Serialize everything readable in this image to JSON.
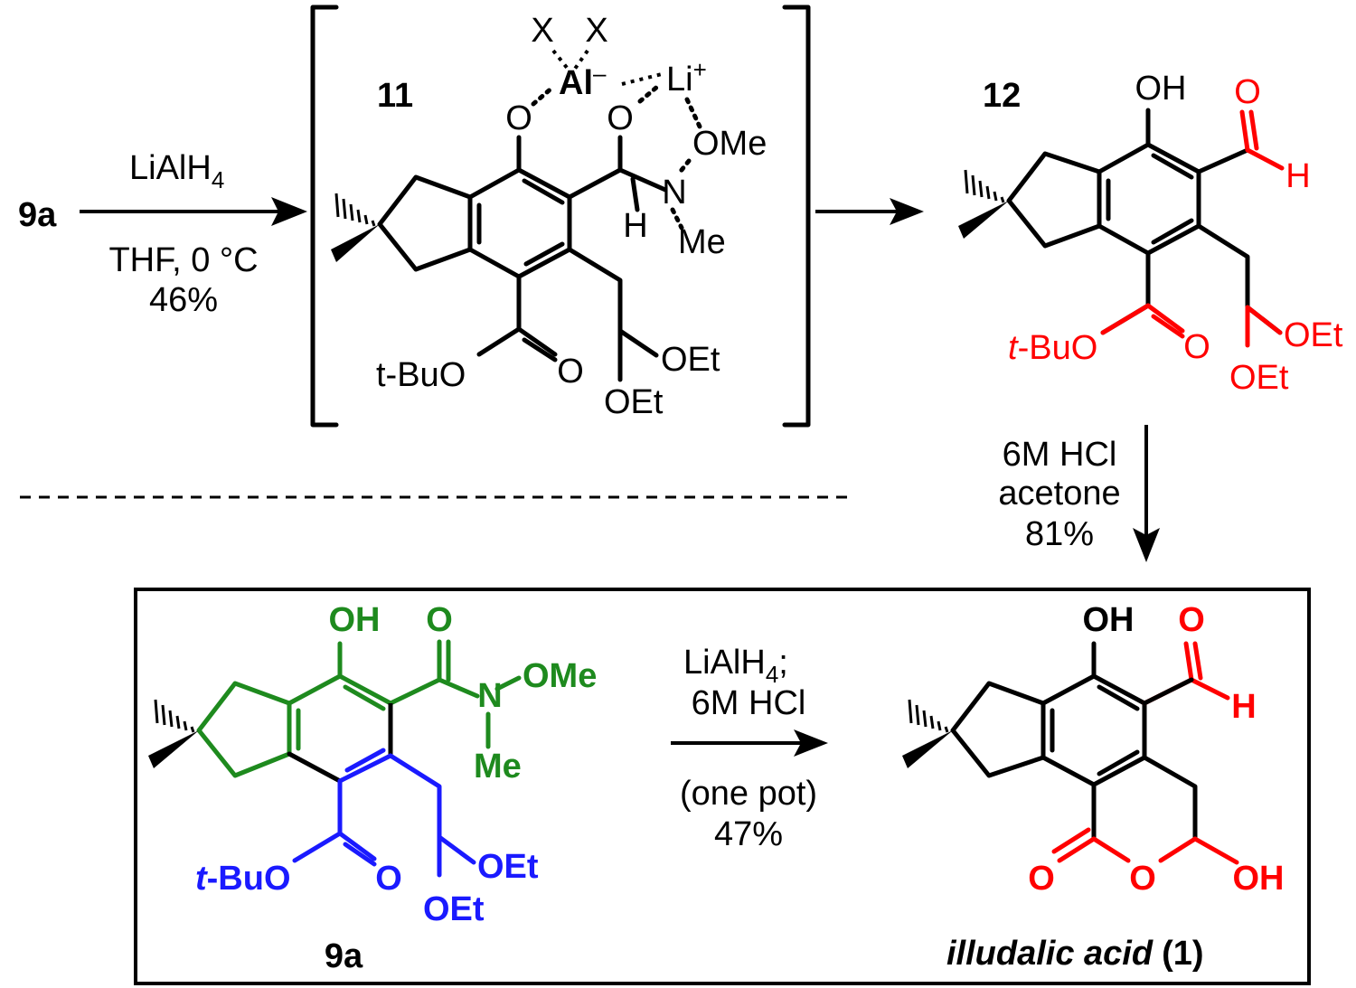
{
  "colors": {
    "black": "#000000",
    "red": "#ff0000",
    "green": "#1e8a1e",
    "blue": "#1a1aff"
  },
  "top": {
    "start_label": "9a",
    "step1": {
      "reagent_main": "LiAlH",
      "reagent_sub": "4",
      "line2": "THF, 0 °C",
      "yield": "46%"
    },
    "intermediate": {
      "number": "11",
      "al_ligand_left": "X",
      "al_ligand_right": "X",
      "al": "Al",
      "al_charge": "–",
      "li": "Li",
      "li_charge": "+",
      "o_left": "O",
      "o_right": "O",
      "ome": "OMe",
      "n": "N",
      "h": "H",
      "me": "Me",
      "ester": "t-BuO",
      "ester_o": "O",
      "oet1": "OEt",
      "oet2": "OEt"
    },
    "product": {
      "number": "12",
      "oh": "OH",
      "cho_o": "O",
      "cho_h": "H",
      "ester_t": "t",
      "ester_rest": "-BuO",
      "ester_o": "O",
      "oet1": "OEt",
      "oet2": "OEt"
    },
    "step2": {
      "line1": "6M HCl",
      "line2": "acetone",
      "yield": "81%"
    }
  },
  "box": {
    "start": {
      "label": "9a",
      "oh": "OH",
      "amide_o": "O",
      "ome": "OMe",
      "n": "N",
      "me": "Me",
      "ester_t": "t",
      "ester_rest": "-BuO",
      "ester_o": "O",
      "oet1": "OEt",
      "oet2": "OEt"
    },
    "conditions": {
      "line1_main": "LiAlH",
      "line1_sub": "4",
      "line1_end": ";",
      "line2": "6M HCl",
      "line3": "(one pot)",
      "yield": "47%"
    },
    "product": {
      "oh": "OH",
      "cho_o": "O",
      "cho_h": "H",
      "lactone_o": "O",
      "ring_o": "O",
      "oh2": "OH",
      "name": "illudalic acid",
      "number": "(1)"
    }
  }
}
